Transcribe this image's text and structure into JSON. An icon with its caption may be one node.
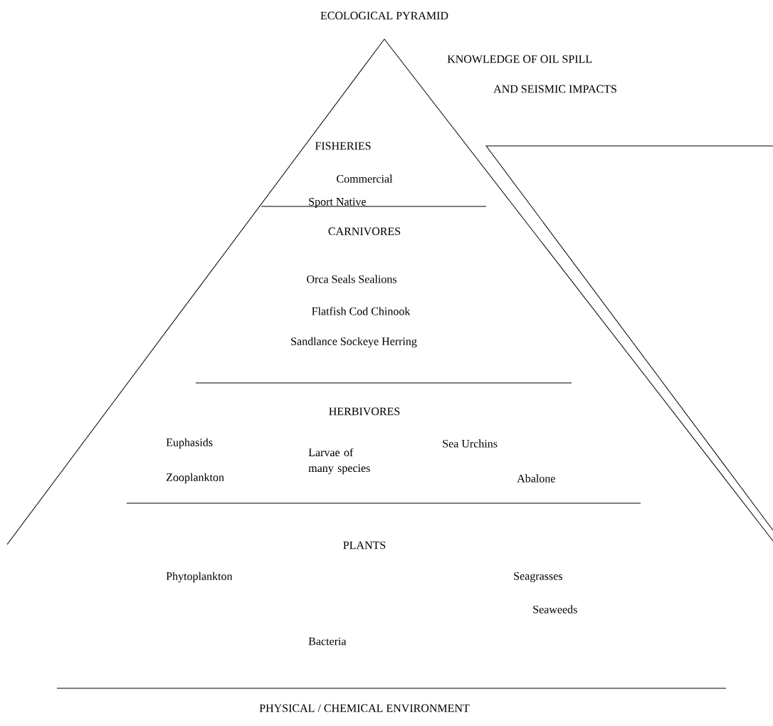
{
  "diagram": {
    "title": "ECOLOGICAL PYRAMID",
    "labels": [
      "KNOWLEDGE OF OIL SPILL",
      "AND SEISMIC IMPACTS",
      "FISHERIES",
      "Commercial",
      "Sport  Native",
      "CARNIVORES",
      "Orca  Seals Sealions",
      "Flatfish  Cod  Chinook",
      "Sandlance  Sockeye  Herring",
      "HERBIVORES",
      "Euphasids",
      "Larvae of many species",
      "Sea Urchins",
      "Zooplankton",
      "Abalone",
      "PLANTS",
      "Phytoplankton",
      "Seagrasses",
      "Seaweeds",
      "Bacteria",
      "PHYSICAL / CHEMICAL ENVIRONMENT"
    ]
  }
}
